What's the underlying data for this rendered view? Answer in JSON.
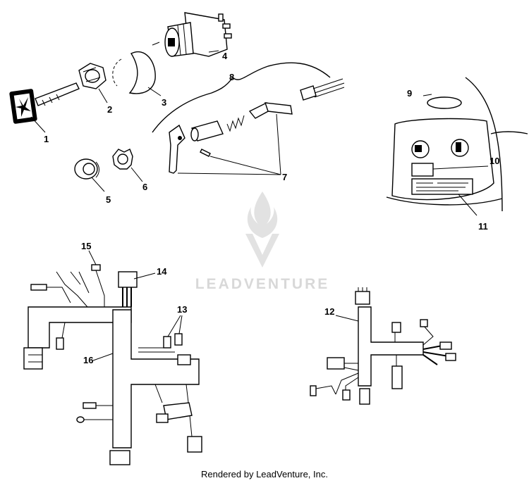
{
  "callouts": {
    "c1": "1",
    "c2": "2",
    "c3": "3",
    "c4": "4",
    "c5": "5",
    "c6": "6",
    "c7": "7",
    "c8": "8",
    "c9": "9",
    "c10": "10",
    "c11": "11",
    "c12": "12",
    "c13": "13",
    "c14": "14",
    "c15": "15",
    "c16": "16"
  },
  "watermark": {
    "brand": "LEADVENTURE"
  },
  "footer": {
    "text": "Rendered by LeadVenture, Inc."
  }
}
